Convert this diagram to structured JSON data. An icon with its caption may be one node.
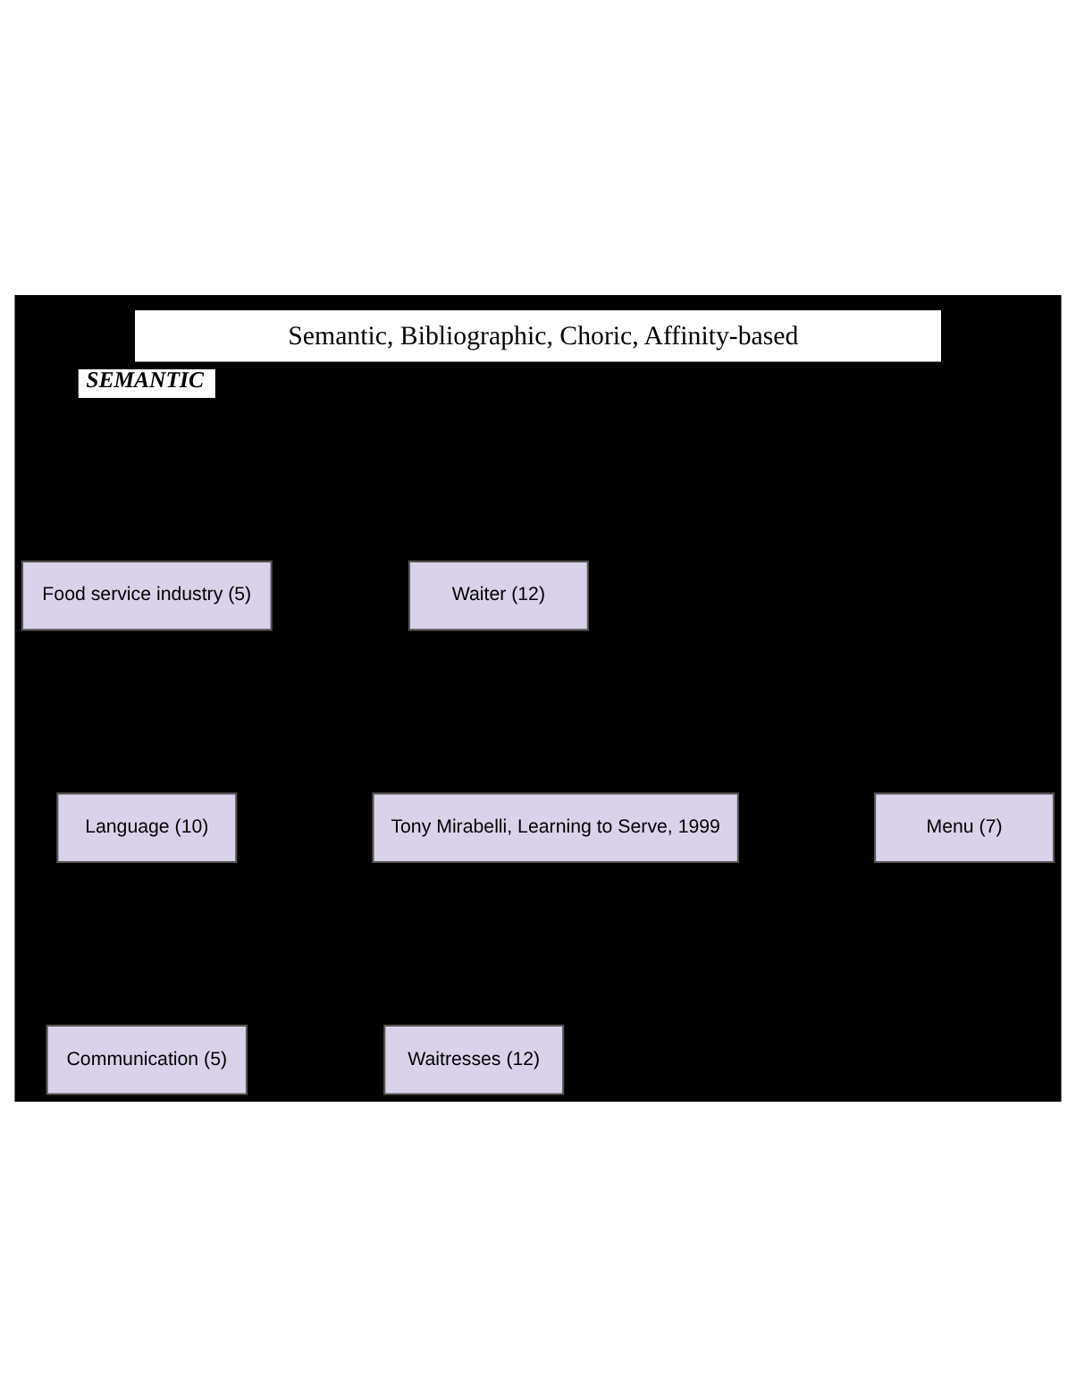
{
  "diagram": {
    "title": "Semantic, Bibliographic, Choric, Affinity-based",
    "nodes": [
      {
        "text": [
          "Food service industry (5)"
        ]
      },
      {
        "text": [
          "Waiter (12)"
        ]
      },
      {
        "text": [
          "Language (10)"
        ]
      },
      {
        "text": [
          "Tony Mirabelli, Learning to Serve, 1999"
        ]
      },
      {
        "text": [
          "Menu (7)"
        ]
      },
      {
        "text": [
          "Communication (5)"
        ]
      },
      {
        "text": [
          "Waitresses (12)"
        ]
      }
    ],
    "labels": [
      "SEMANTIC"
    ]
  }
}
